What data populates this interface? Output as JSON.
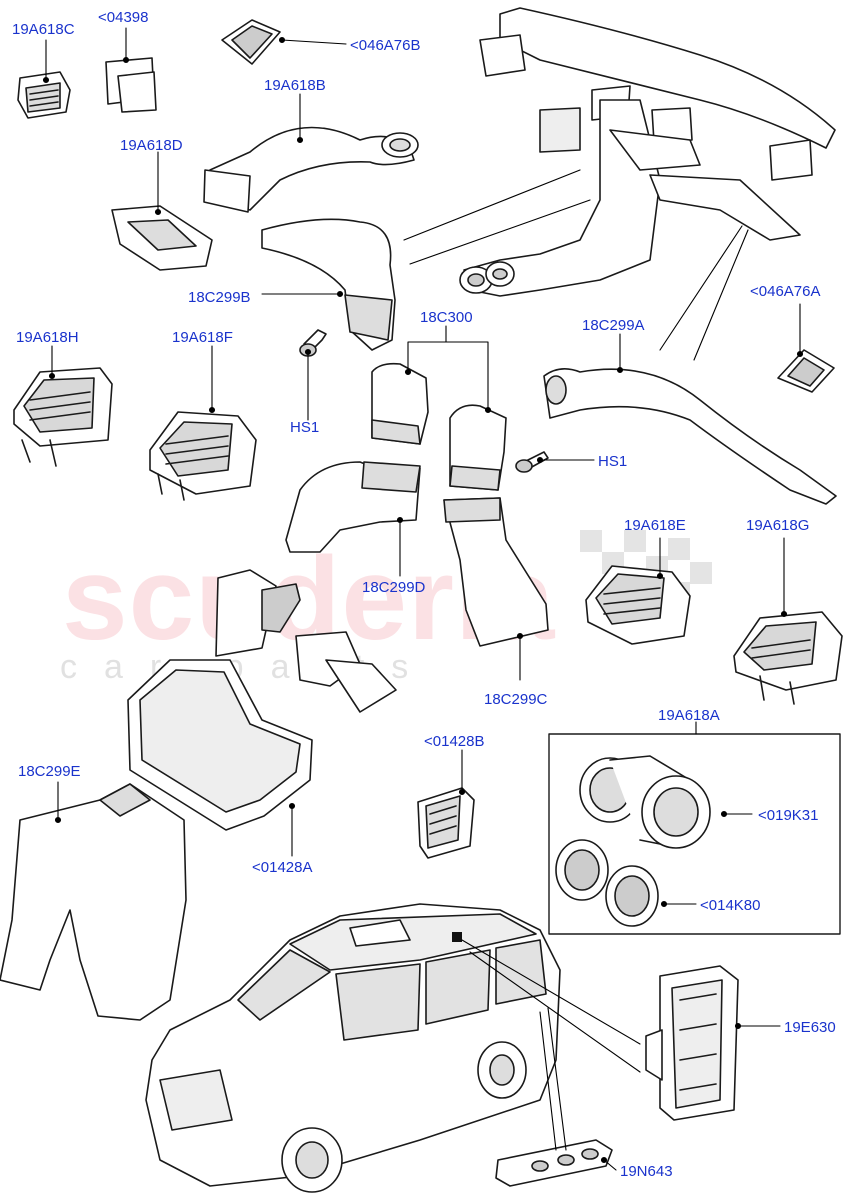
{
  "watermark": {
    "brand": "scuderia",
    "sub": "car parts"
  },
  "labels": {
    "p19A618C": "19A618C",
    "p04398": "<04398",
    "p046A76B": "<046A76B",
    "p19A618B": "19A618B",
    "p19A618D": "19A618D",
    "p18C299B": "18C299B",
    "p046A76A": "<046A76A",
    "p19A618H": "19A618H",
    "p19A618F": "19A618F",
    "p18C300": "18C300",
    "p18C299A": "18C299A",
    "pHS1a": "HS1",
    "pHS1b": "HS1",
    "p19A618E": "19A618E",
    "p19A618G": "19A618G",
    "p18C299D": "18C299D",
    "p18C299C": "18C299C",
    "p19A618A": "19A618A",
    "p18C299E": "18C299E",
    "p01428B": "<01428B",
    "p019K31": "<019K31",
    "p01428A": "<01428A",
    "p014K80": "<014K80",
    "p19E630": "19E630",
    "p19N643": "19N643"
  },
  "colors": {
    "label": "#1a33cc",
    "line": "#000000",
    "part_stroke": "#1a1a1a",
    "part_fill": "#ffffff",
    "part_shade": "#d9d9d9"
  }
}
